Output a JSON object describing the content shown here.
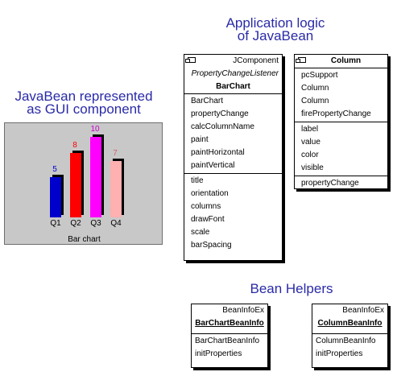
{
  "headings": {
    "app_logic_line1": "Application logic",
    "app_logic_line2": "of JavaBean",
    "gui_line1": "JavaBean represented",
    "gui_line2": "as GUI component",
    "helpers": "Bean Helpers"
  },
  "chart_data": {
    "type": "bar",
    "categories": [
      "Q1",
      "Q2",
      "Q3",
      "Q4"
    ],
    "values": [
      5,
      8,
      10,
      7
    ],
    "colors": [
      "#0000cc",
      "#ff0000",
      "#ff00ff",
      "#ffb0b0"
    ],
    "label_colors": [
      "#0000cc",
      "#ff0000",
      "#cc00cc",
      "#cc6666"
    ],
    "ylim": [
      0,
      10
    ],
    "title": "",
    "caption": "Bar chart"
  },
  "barchart_class": {
    "stereotype": "JComponent",
    "interface": "PropertyChangeListener",
    "name": "BarChart",
    "methods": [
      "BarChart",
      "propertyChange",
      "calcColumnName",
      "paint",
      "paintHorizontal",
      "paintVertical"
    ],
    "properties": [
      "title",
      "orientation",
      "columns",
      "drawFont",
      "scale",
      "barSpacing"
    ]
  },
  "column_class": {
    "name": "Column",
    "members": [
      "pcSupport",
      "Column",
      "Column",
      "firePropertyChange"
    ],
    "properties": [
      "label",
      "value",
      "color",
      "visible"
    ],
    "listeners": [
      "propertyChange"
    ]
  },
  "barchart_beaninfo": {
    "stereotype": "BeanInfoEx",
    "name": "BarChartBeanInfo",
    "methods": [
      "BarChartBeanInfo",
      "initProperties"
    ]
  },
  "column_beaninfo": {
    "stereotype": "BeanInfoEx",
    "name": "ColumnBeanInfo",
    "methods": [
      "ColumnBeanInfo",
      "initProperties"
    ]
  }
}
